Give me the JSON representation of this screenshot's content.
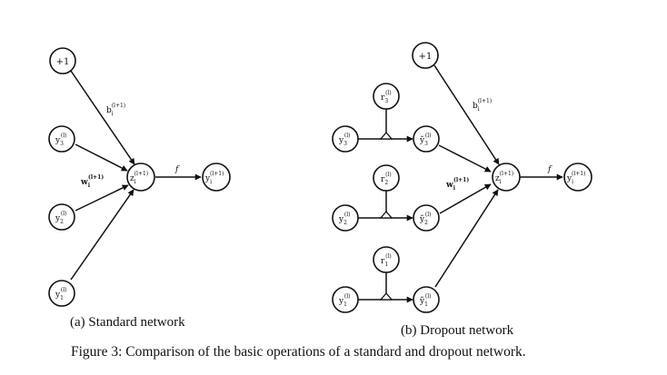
{
  "panel_a": {
    "caption": "(a) Standard network",
    "nodes": {
      "bias": {
        "name": "+1"
      },
      "y3": {
        "name": "y",
        "sub": "3",
        "sup": "(l)"
      },
      "y2": {
        "name": "y",
        "sub": "2",
        "sup": "(l)"
      },
      "y1": {
        "name": "y",
        "sub": "1",
        "sup": "(l)"
      },
      "z": {
        "name": "z",
        "sub": "i",
        "sup": "(l+1)"
      },
      "out": {
        "name": "y",
        "sub": "i",
        "sup": "(l+1)"
      }
    },
    "labels": {
      "bias_weight": {
        "name": "b",
        "sub": "i",
        "sup": "(l+1)"
      },
      "weights": {
        "name": "w",
        "sub": "i",
        "sup": "(l+1)"
      },
      "activation": "f"
    }
  },
  "panel_b": {
    "caption": "(b) Dropout network",
    "nodes": {
      "bias": {
        "name": "+1"
      },
      "y3": {
        "name": "y",
        "sub": "3",
        "sup": "(l)"
      },
      "y2": {
        "name": "y",
        "sub": "2",
        "sup": "(l)"
      },
      "y1": {
        "name": "y",
        "sub": "1",
        "sup": "(l)"
      },
      "r3": {
        "name": "r",
        "sub": "3",
        "sup": "(l)"
      },
      "r2": {
        "name": "r",
        "sub": "2",
        "sup": "(l)"
      },
      "r1": {
        "name": "r",
        "sub": "1",
        "sup": "(l)"
      },
      "yt3": {
        "name": "ỹ",
        "sub": "3",
        "sup": "(l)"
      },
      "yt2": {
        "name": "ỹ",
        "sub": "2",
        "sup": "(l)"
      },
      "yt1": {
        "name": "ỹ",
        "sub": "1",
        "sup": "(l)"
      },
      "z": {
        "name": "z",
        "sub": "i",
        "sup": "(l+1)"
      },
      "out": {
        "name": "y",
        "sub": "i",
        "sup": "(l+1)"
      }
    },
    "labels": {
      "bias_weight": {
        "name": "b",
        "sub": "i",
        "sup": "(l+1)"
      },
      "weights": {
        "name": "w",
        "sub": "i",
        "sup": "(l+1)"
      },
      "activation": "f"
    }
  },
  "figure_caption": "Figure 3: Comparison of the basic operations of a standard and dropout network."
}
